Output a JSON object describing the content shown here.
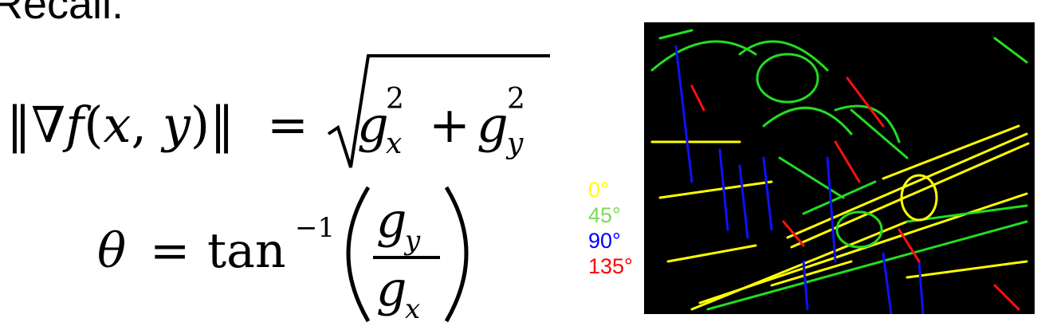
{
  "heading": "Recall:",
  "magnitude_equation": {
    "lhs": "‖∇f(x, y)‖",
    "equals": "=",
    "term1_base": "g",
    "term1_sub": "x",
    "term1_sup": "2",
    "plus": "+",
    "term2_base": "g",
    "term2_sub": "y",
    "term2_sup": "2"
  },
  "direction_equation": {
    "lhs": "θ",
    "equals": "=",
    "func": "tan",
    "func_sup": "−1",
    "numerator_base": "g",
    "numerator_sub": "y",
    "denominator_base": "g",
    "denominator_sub": "x"
  },
  "legend": [
    {
      "label": "0°",
      "color": "#ffff00"
    },
    {
      "label": "45°",
      "color": "#7ed957"
    },
    {
      "label": "90°",
      "color": "#0000ff"
    },
    {
      "label": "135°",
      "color": "#ff0000"
    }
  ],
  "edge_colors": {
    "deg0": "#ffff00",
    "deg45": "#22dd22",
    "deg90": "#1010ff",
    "deg135": "#ff1010",
    "background": "#000000"
  }
}
